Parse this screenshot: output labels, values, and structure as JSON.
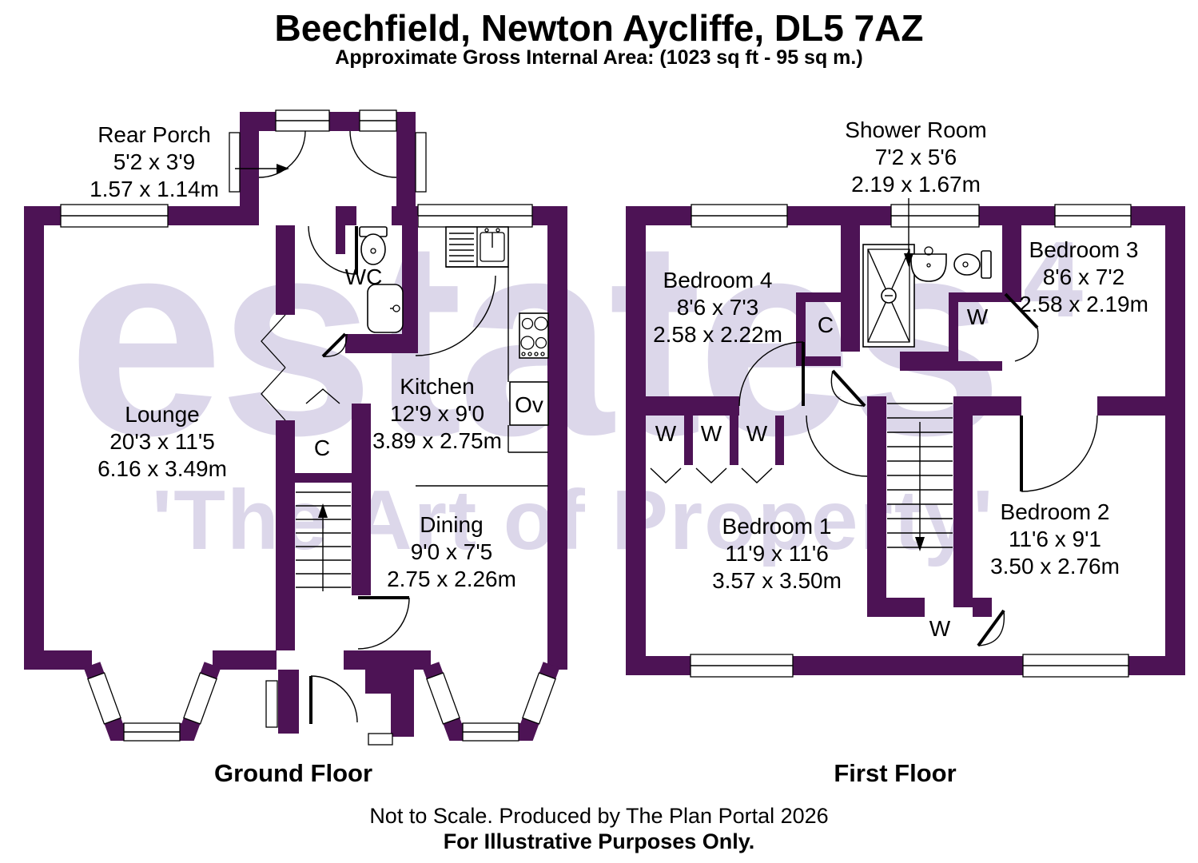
{
  "header": {
    "title": "Beechfield, Newton Aycliffe, DL5 7AZ",
    "subtitle": "Approximate Gross Internal Area: (1023 sq ft - 95 sq m.)"
  },
  "watermark": {
    "line1": "estates",
    "superscript": "4",
    "line2": "'The Art of Property'",
    "color": "#dcd7ea"
  },
  "ground_floor": {
    "label": "Ground Floor",
    "rooms": {
      "rear_porch": {
        "name": "Rear Porch",
        "imperial": "5'2 x 3'9",
        "metric": "1.57 x 1.14m"
      },
      "lounge": {
        "name": "Lounge",
        "imperial": "20'3 x 11'5",
        "metric": "6.16 x 3.49m"
      },
      "kitchen": {
        "name": "Kitchen",
        "imperial": "12'9 x 9'0",
        "metric": "3.89 x 2.75m"
      },
      "dining": {
        "name": "Dining",
        "imperial": "9'0 x 7'5",
        "metric": "2.75 x 2.26m"
      }
    },
    "wc_label": "WC",
    "cupboard_label": "C",
    "oven_label": "Ov"
  },
  "first_floor": {
    "label": "First Floor",
    "rooms": {
      "shower_room": {
        "name": "Shower Room",
        "imperial": "7'2 x 5'6",
        "metric": "2.19 x 1.67m"
      },
      "bedroom_4": {
        "name": "Bedroom 4",
        "imperial": "8'6 x 7'3",
        "metric": "2.58 x 2.22m"
      },
      "bedroom_3": {
        "name": "Bedroom 3",
        "imperial": "8'6 x 7'2",
        "metric": "2.58 x 2.19m"
      },
      "bedroom_1": {
        "name": "Bedroom 1",
        "imperial": "11'9 x 11'6",
        "metric": "3.57 x 3.50m"
      },
      "bedroom_2": {
        "name": "Bedroom 2",
        "imperial": "11'6 x 9'1",
        "metric": "3.50 x 2.76m"
      }
    },
    "wardrobe_label": "W",
    "cupboard_label": "C"
  },
  "footer": {
    "line1": "Not to Scale. Produced by The Plan Portal 2026",
    "line2": "For Illustrative Purposes Only."
  },
  "colors": {
    "wall": "#4d1355",
    "watermark": "#dcd7ea"
  }
}
